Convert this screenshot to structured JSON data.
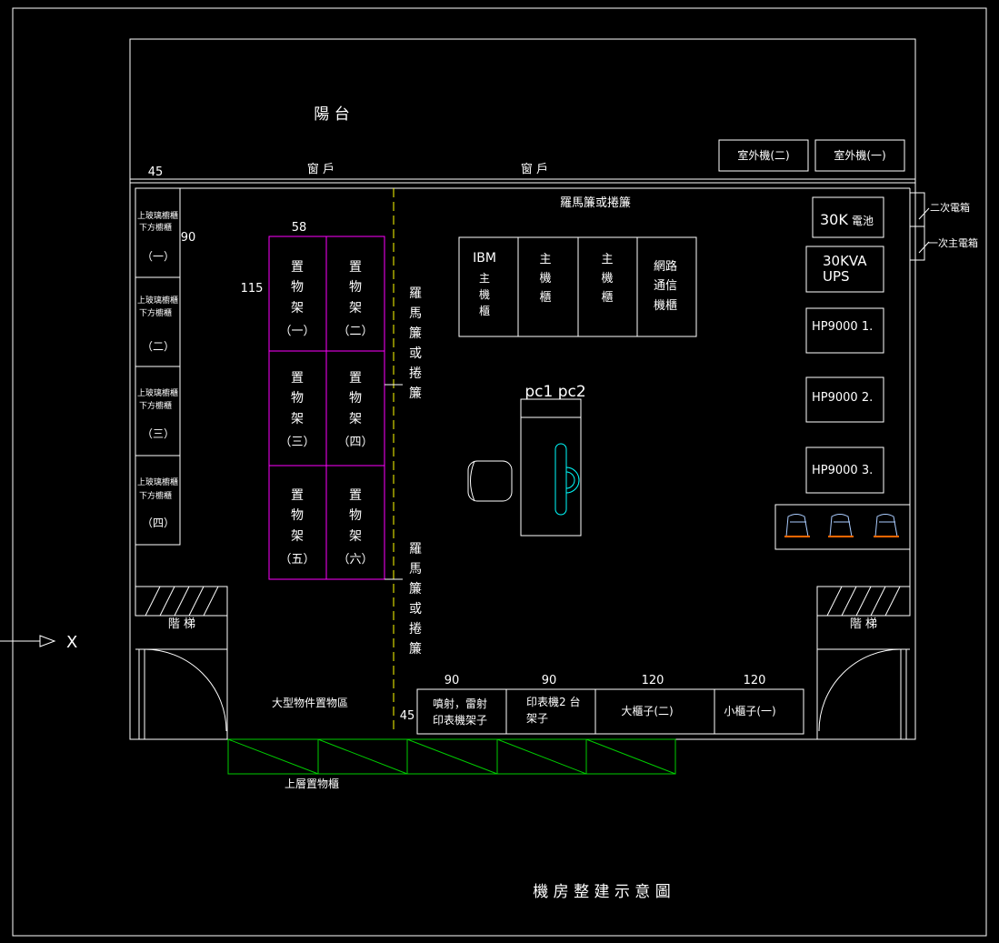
{
  "title": "機 房 整 建 示 意 圖",
  "balcony": "陽   台",
  "windows": [
    "窗 戶",
    "窗 戶"
  ],
  "outdoor_units": [
    "室外機(二)",
    "室外機(一)"
  ],
  "dims": {
    "d45_top": "45",
    "d90_left": "90",
    "d58": "58",
    "d115": "115",
    "d45_bottom": "45",
    "cab_widths": [
      "90",
      "90",
      "120",
      "120"
    ]
  },
  "left_cabinets": [
    {
      "line1": "上玻璃櫥櫃",
      "line2": "下方櫥櫃",
      "num": "（一）"
    },
    {
      "line1": "上玻璃櫥櫃",
      "line2": "下方櫥櫃",
      "num": "（二）"
    },
    {
      "line1": "上玻璃櫥櫃",
      "line2": "下方櫥櫃",
      "num": "（三）"
    },
    {
      "line1": "上玻璃櫥櫃",
      "line2": "下方櫥櫃",
      "num": "（四）"
    }
  ],
  "shelves": [
    {
      "c1": "置",
      "c2": "物",
      "c3": "架",
      "num": "（一）"
    },
    {
      "c1": "置",
      "c2": "物",
      "c3": "架",
      "num": "（二）"
    },
    {
      "c1": "置",
      "c2": "物",
      "c3": "架",
      "num": "（三）"
    },
    {
      "c1": "置",
      "c2": "物",
      "c3": "架",
      "num": "（四）"
    },
    {
      "c1": "置",
      "c2": "物",
      "c3": "架",
      "num": "（五）"
    },
    {
      "c1": "置",
      "c2": "物",
      "c3": "架",
      "num": "（六）"
    }
  ],
  "curtain_top": "羅馬簾或捲簾",
  "curtain_v1": [
    "羅",
    "馬",
    "簾",
    "或",
    "捲",
    "簾"
  ],
  "curtain_v2": [
    "羅",
    "馬",
    "簾",
    "或",
    "捲",
    "簾"
  ],
  "servers": [
    {
      "l1": "IBM",
      "l2": "主",
      "l3": "機",
      "l4": "櫃"
    },
    {
      "l1": "主",
      "l2": "機",
      "l3": "櫃"
    },
    {
      "l1": "主",
      "l2": "機",
      "l3": "櫃"
    },
    {
      "l1": "網路",
      "l2": "通信",
      "l3": "機櫃"
    }
  ],
  "pc_label": "pc1 pc2",
  "battery": {
    "a": "30K",
    "b": "電池"
  },
  "ups": {
    "l1": "30KVA",
    "l2": "UPS"
  },
  "hp": [
    "HP9000  1.",
    "HP9000  2.",
    "HP9000  3."
  ],
  "panels": [
    "二次電箱",
    "一次主電箱"
  ],
  "stairs": [
    "階    梯",
    "階    梯"
  ],
  "x_marker": "X",
  "large_area": "大型物件置物區",
  "bottom_cabs": [
    {
      "l1": "噴射，雷射",
      "l2": "印表機架子"
    },
    {
      "l1": "印表機2 台",
      "l2": "架子"
    },
    {
      "l1": "大櫃子(二)"
    },
    {
      "l1": "小櫃子(一)"
    }
  ],
  "upper_storage": "上層置物櫃",
  "colors": {
    "line": "#ffffff",
    "shelf": "#ff00ff",
    "storage": "#00cc00",
    "pc": "#00ffff",
    "curtain": "#ffff00"
  }
}
